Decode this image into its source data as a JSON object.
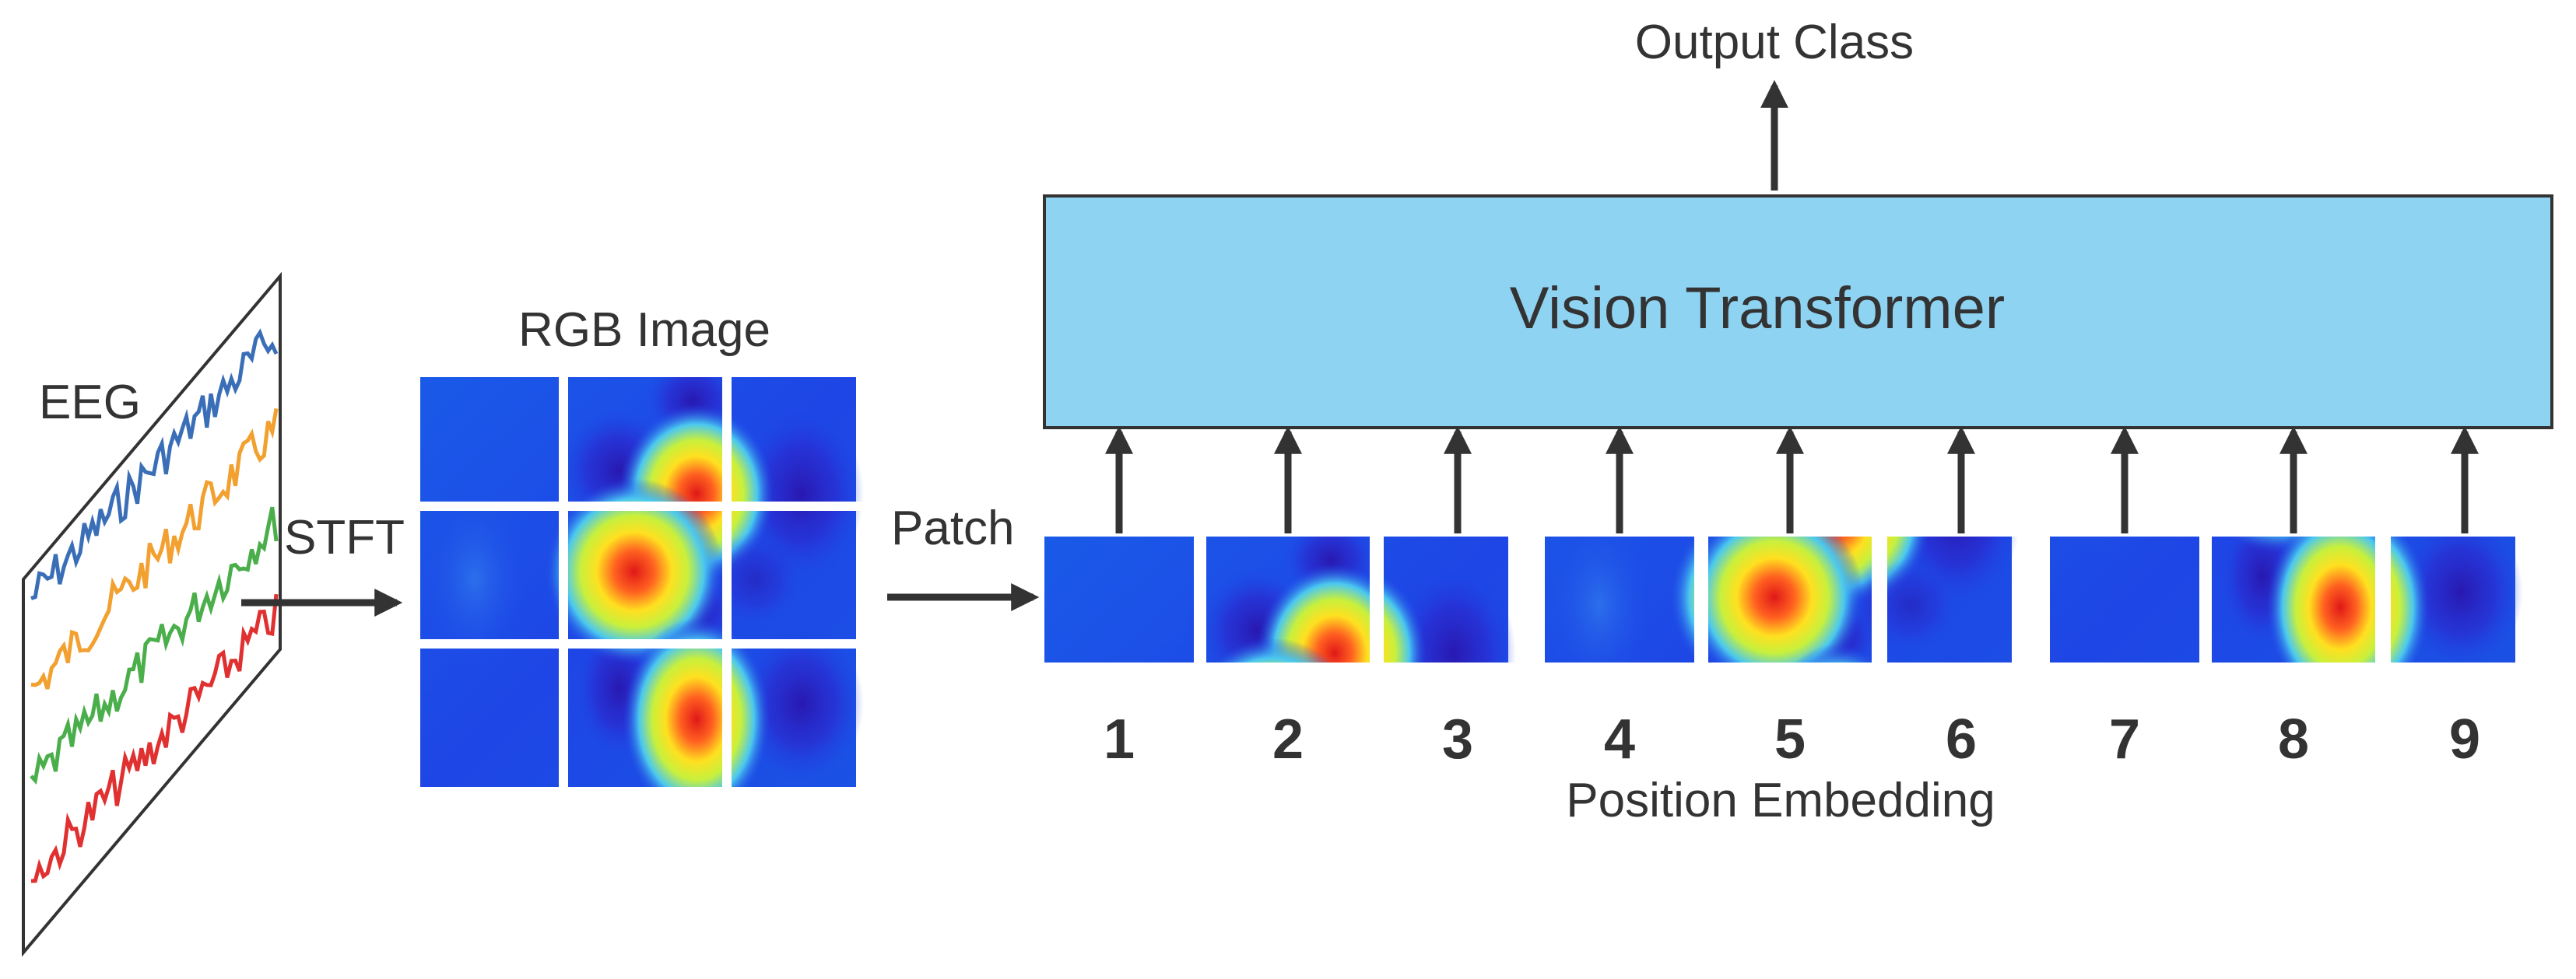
{
  "eeg": {
    "label": "EEG",
    "channel_colors": [
      "#3a6fb8",
      "#f2a030",
      "#4aae4a",
      "#e03030"
    ]
  },
  "stft_label": "STFT",
  "rgb_image": {
    "title": "RGB Image"
  },
  "patch_label": "Patch",
  "transformer": {
    "title": "Vision Transformer",
    "fill": "#8fd3f2"
  },
  "output_label": "Output Class",
  "position_embedding_label": "Position Embedding",
  "patches": [
    {
      "number": "1"
    },
    {
      "number": "2"
    },
    {
      "number": "3"
    },
    {
      "number": "4"
    },
    {
      "number": "5"
    },
    {
      "number": "6"
    },
    {
      "number": "7"
    },
    {
      "number": "8"
    },
    {
      "number": "9"
    }
  ],
  "heatmap_colors": [
    "#1e46e6",
    "#4ac8f0",
    "#c8f03c",
    "#ffe020",
    "#ff6020",
    "#e01818",
    "#2818b0"
  ]
}
